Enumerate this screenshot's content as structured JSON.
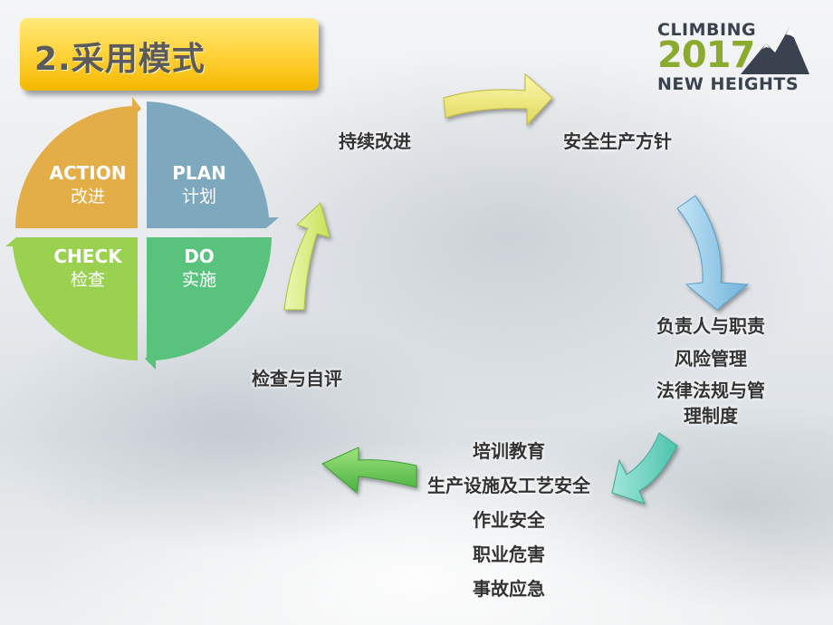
{
  "title": "2.采用模式",
  "logo": {
    "line1": "CLIMBING",
    "line2": "2017",
    "line3": "NEW HEIGHTS"
  },
  "pdca": {
    "action": {
      "en": "ACTION",
      "zh": "改进",
      "color": "#e3ad47"
    },
    "plan": {
      "en": "PLAN",
      "zh": "计划",
      "color": "#7ea8bd"
    },
    "check": {
      "en": "CHECK",
      "zh": "检查",
      "color": "#9ad151"
    },
    "do": {
      "en": "DO",
      "zh": "实施",
      "color": "#59c27d"
    }
  },
  "cycle": {
    "continuous_improvement": "持续改进",
    "safety_policy": "安全生产方针",
    "check_self_eval": "检查与自评",
    "responsibility": [
      "负责人与职责",
      "风险管理",
      "法律法规与管",
      "理制度"
    ],
    "implementation": [
      "培训教育",
      "生产设施及工艺安全",
      "作业安全",
      "职业危害",
      "事故应急"
    ]
  },
  "colors": {
    "arrow_yellow": "#f0ec82",
    "arrow_blue": "#8ec6e6",
    "arrow_teal": "#6fd3c0",
    "arrow_green": "#66cc55",
    "arrow_lime": "#d9ef82"
  }
}
